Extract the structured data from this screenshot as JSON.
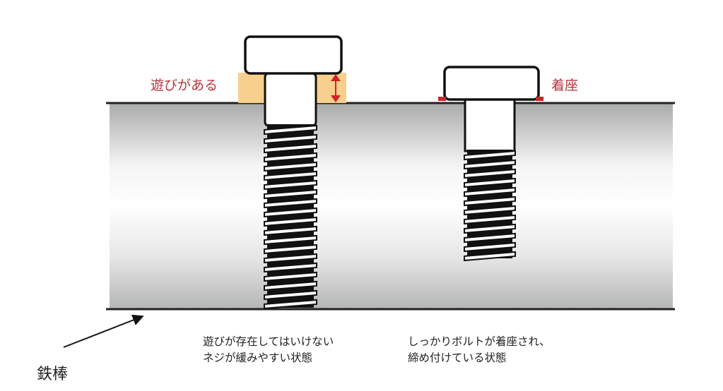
{
  "labels": {
    "play": "遊びがある",
    "seated": "着座",
    "iron_bar": "鉄棒"
  },
  "captions": {
    "left": [
      "遊びが存在してはいけない",
      "ネジが緩みやすい状態"
    ],
    "right": [
      "しっかりボルトが着座され、",
      "締め付けている状態"
    ]
  },
  "colors": {
    "accent_red": "#d0222a",
    "label_red": "#b5333c",
    "gap_orange": "#f8cf8c"
  }
}
